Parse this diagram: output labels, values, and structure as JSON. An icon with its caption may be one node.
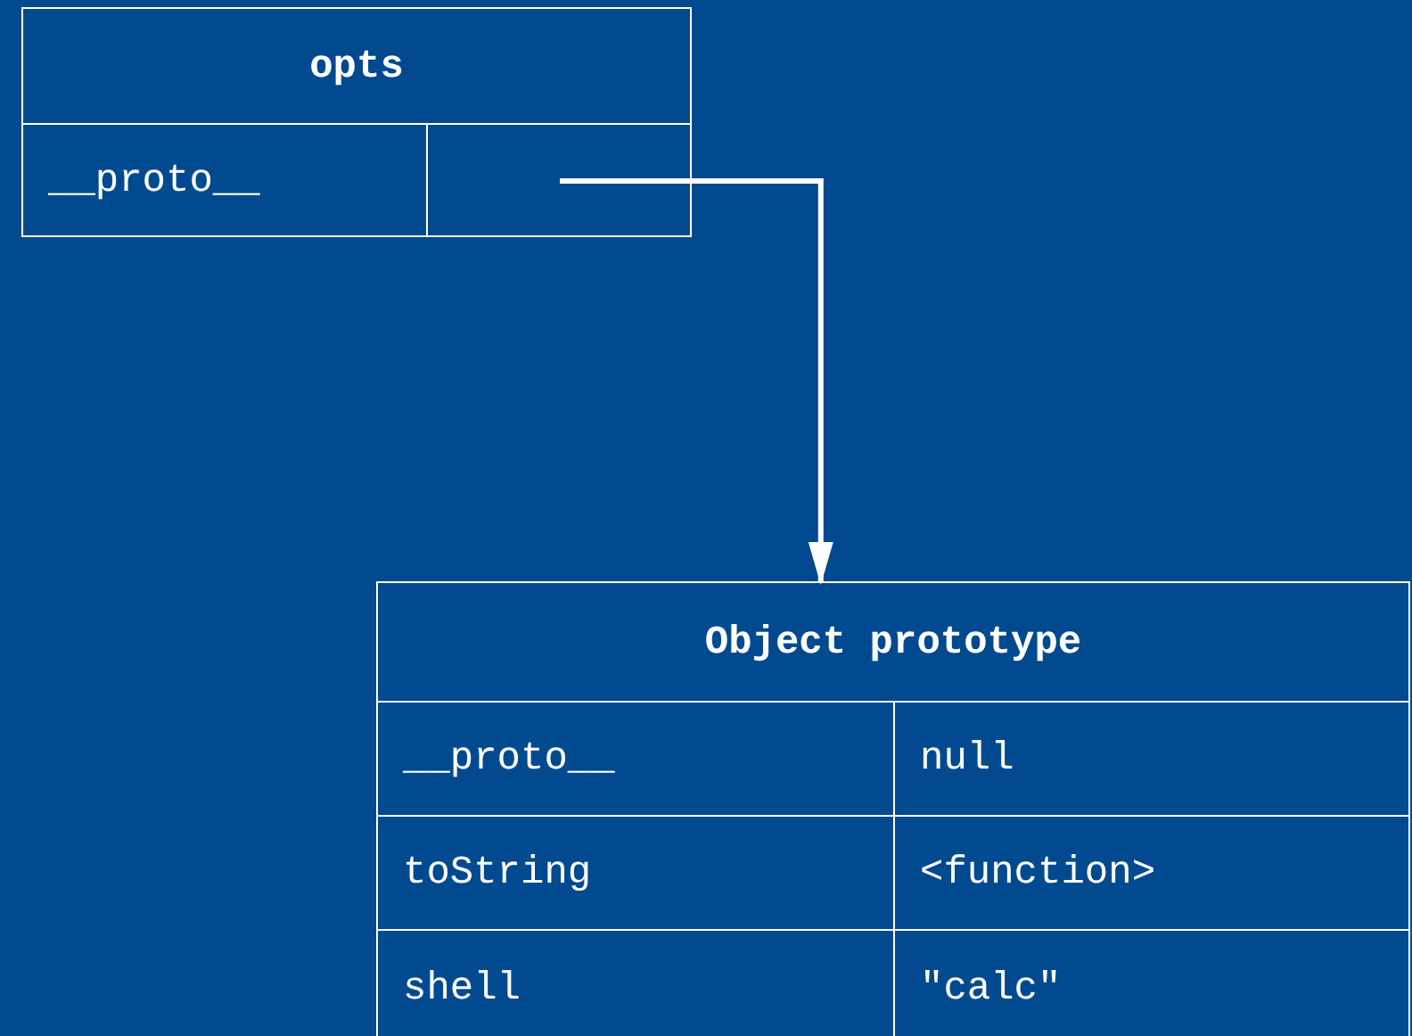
{
  "diagram": {
    "nodes": [
      {
        "text": [
          "opts"
        ]
      },
      {
        "text": [
          "__proto__"
        ],
        "in": 0
      },
      {
        "text": [],
        "shape": "box",
        "in": 0
      },
      {
        "text": [
          "Object prototype"
        ]
      },
      {
        "text": [
          "__proto__"
        ],
        "in": 3
      },
      {
        "text": [
          "null"
        ],
        "in": 3
      },
      {
        "text": [
          "toString"
        ],
        "in": 3
      },
      {
        "text": [
          "<function>"
        ],
        "in": 3
      },
      {
        "text": [
          "shell"
        ],
        "in": 3
      },
      {
        "text": [
          "\"calc\""
        ],
        "in": 3
      }
    ],
    "edges": [
      {
        "from": 2,
        "to": 3,
        "arrow": "to"
      }
    ]
  }
}
